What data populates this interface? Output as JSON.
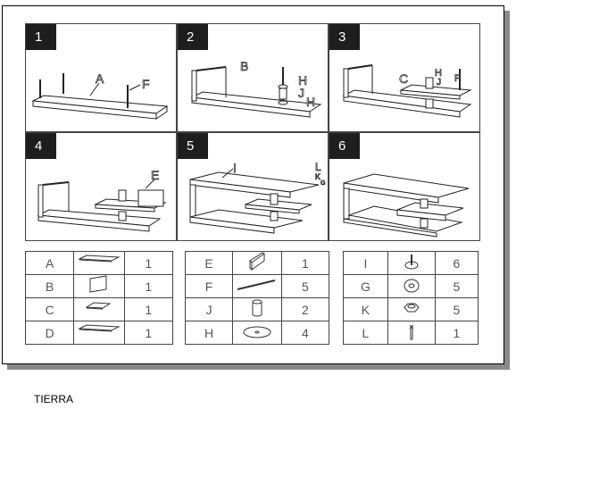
{
  "steps": [
    {
      "number": "1",
      "labels": [
        "A",
        "F"
      ]
    },
    {
      "number": "2",
      "labels": [
        "B",
        "H",
        "J",
        "H"
      ]
    },
    {
      "number": "3",
      "labels": [
        "C",
        "H",
        "J",
        "F"
      ]
    },
    {
      "number": "4",
      "labels": [
        "E"
      ]
    },
    {
      "number": "5",
      "labels": [
        "I",
        "L",
        "K",
        "G"
      ]
    },
    {
      "number": "6",
      "labels": []
    }
  ],
  "parts_tables": [
    [
      {
        "id": "A",
        "icon": "long-panel-icon",
        "qty": "1"
      },
      {
        "id": "B",
        "icon": "side-panel-icon",
        "qty": "1"
      },
      {
        "id": "C",
        "icon": "small-shelf-icon",
        "qty": "1"
      },
      {
        "id": "D",
        "icon": "bottom-panel-icon",
        "qty": "1"
      }
    ],
    [
      {
        "id": "E",
        "icon": "divider-panel-icon",
        "qty": "1"
      },
      {
        "id": "F",
        "icon": "rod-icon",
        "qty": "5"
      },
      {
        "id": "J",
        "icon": "cylinder-spacer-icon",
        "qty": "2"
      },
      {
        "id": "H",
        "icon": "disc-icon",
        "qty": "4"
      }
    ],
    [
      {
        "id": "I",
        "icon": "cam-bolt-icon",
        "qty": "6"
      },
      {
        "id": "G",
        "icon": "washer-icon",
        "qty": "5"
      },
      {
        "id": "K",
        "icon": "nut-icon",
        "qty": "5"
      },
      {
        "id": "L",
        "icon": "key-icon",
        "qty": "1"
      }
    ]
  ],
  "footer": {
    "brand": "TIERRA"
  }
}
